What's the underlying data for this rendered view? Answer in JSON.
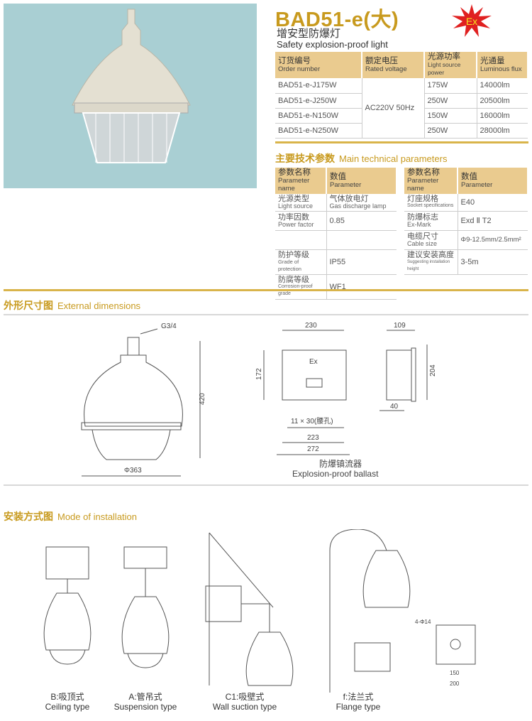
{
  "header": {
    "title": "BAD51-e(大)",
    "subtitle_cn": "增安型防爆灯",
    "subtitle_en": "Safety explosion-proof light",
    "ex_badge": "Ex"
  },
  "order_table": {
    "headers": [
      {
        "cn": "订货编号",
        "en": "Order number"
      },
      {
        "cn": "额定电压",
        "en": "Rated voltage"
      },
      {
        "cn": "光源功率",
        "en": "Light source power"
      },
      {
        "cn": "光通量",
        "en": "Luminous flux"
      }
    ],
    "voltage": "AC220V  50Hz",
    "rows": [
      {
        "model": "BAD51-e-J175W",
        "power": "175W",
        "flux": "14000lm"
      },
      {
        "model": "BAD51-e-J250W",
        "power": "250W",
        "flux": "20500lm"
      },
      {
        "model": "BAD51-e-N150W",
        "power": "150W",
        "flux": "16000lm"
      },
      {
        "model": "BAD51-e-N250W",
        "power": "250W",
        "flux": "28000lm"
      }
    ]
  },
  "params": {
    "title_cn": "主要技术参数",
    "title_en": "Main technical parameters",
    "header": {
      "name_cn": "参数名称",
      "name_en": "Parameter name",
      "val_cn": "数值",
      "val_en": "Parameter"
    },
    "left": [
      {
        "cn": "光源类型",
        "en": "Light source",
        "val_cn": "气体放电灯",
        "val": "Gas discharge lamp"
      },
      {
        "cn": "功率因数",
        "en": "Power factor",
        "val": "0.85"
      },
      {
        "cn": "",
        "en": "",
        "val": ""
      },
      {
        "cn": "防护等级",
        "en": "Grade of protection",
        "val": "IP55"
      },
      {
        "cn": "防腐等级",
        "en": "Corrosion-proof grade",
        "val": "WF1"
      }
    ],
    "right": [
      {
        "cn": "灯座规格",
        "en": "Socket specifications",
        "val": "E40"
      },
      {
        "cn": "防爆标志",
        "en": "Ex-Mark",
        "val": "Exd Ⅱ T2"
      },
      {
        "cn": "电缆尺寸",
        "en": "Cable size",
        "val": "Φ9-12.5mm/2.5mm²"
      },
      {
        "cn": "建议安装高度",
        "en": "Suggesting installation height",
        "val": "3-5m"
      }
    ]
  },
  "dimensions": {
    "title_cn": "外形尺寸图",
    "title_en": "External dimensions",
    "thread": "G3/4",
    "height": "420",
    "diameter": "Φ363",
    "box_w": "230",
    "box_h": "172",
    "ex": "Ex",
    "slot": "11 × 30(腰孔)",
    "w223": "223",
    "w272": "272",
    "side_w": "109",
    "side_h": "204",
    "side_40": "40",
    "ballast_cn": "防爆镇流器",
    "ballast_en": "Explosion-proof ballast"
  },
  "installation": {
    "title_cn": "安装方式图",
    "title_en": "Mode of installation",
    "flange_holes": "4-Φ14",
    "flange_150": "150",
    "flange_200": "200",
    "types": [
      {
        "cn": "B:吸顶式",
        "en": "Ceiling type"
      },
      {
        "cn": "A:管吊式",
        "en": "Suspension type"
      },
      {
        "cn": "C1:吸壁式",
        "en": "Wall suction type"
      },
      {
        "cn": "f:法兰式",
        "en": "Flange type"
      }
    ]
  }
}
